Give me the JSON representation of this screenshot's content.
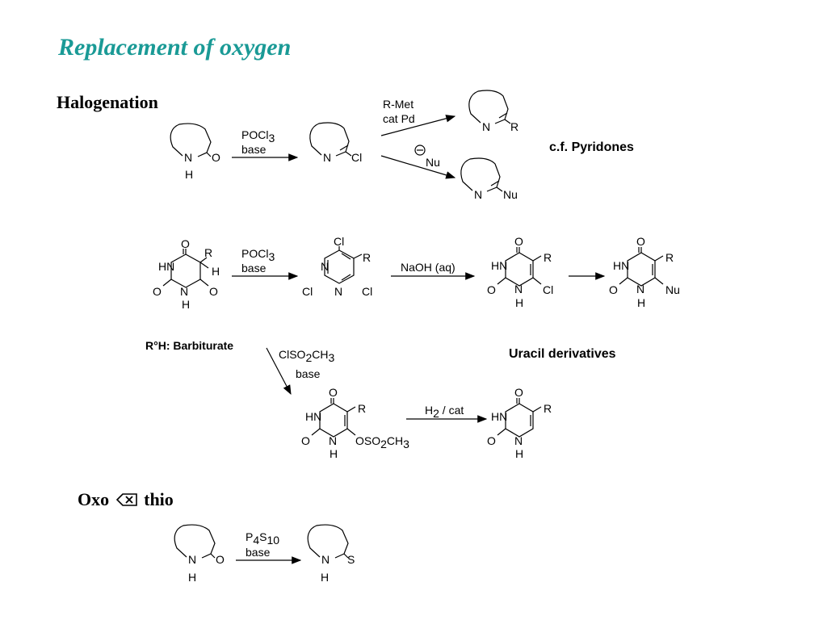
{
  "title": "Replacement of oxygen",
  "sections": {
    "halogenation": "Halogenation",
    "oxo_thio_prefix": "Oxo",
    "oxo_thio_suffix": "thio"
  },
  "notes": {
    "pyridones": "c.f. Pyridones",
    "barbiturate": "R°H: Barbiturate",
    "uracil": "Uracil derivatives"
  },
  "reagents": {
    "pocl3_a": "POCl",
    "pocl3_sub": "3",
    "base": "base",
    "rmet_1": "R-Met",
    "rmet_2": "cat Pd",
    "nu": "Nu",
    "naoh": "NaOH (aq)",
    "clso2ch3_a": "ClSO",
    "clso2ch3_s1": "2",
    "clso2ch3_b": "CH",
    "clso2ch3_s2": "3",
    "h2cat_a": "H",
    "h2cat_s": "2",
    "h2cat_b": " / cat",
    "p4s10_a": "P",
    "p4s10_s1": "4",
    "p4s10_b": "S",
    "p4s10_s2": "10"
  },
  "atoms": {
    "N": "N",
    "H": "H",
    "O": "O",
    "Cl": "Cl",
    "R": "R",
    "HN": "HN",
    "S": "S",
    "Nu": "Nu",
    "OSO": "OSO",
    "CH": "CH"
  }
}
